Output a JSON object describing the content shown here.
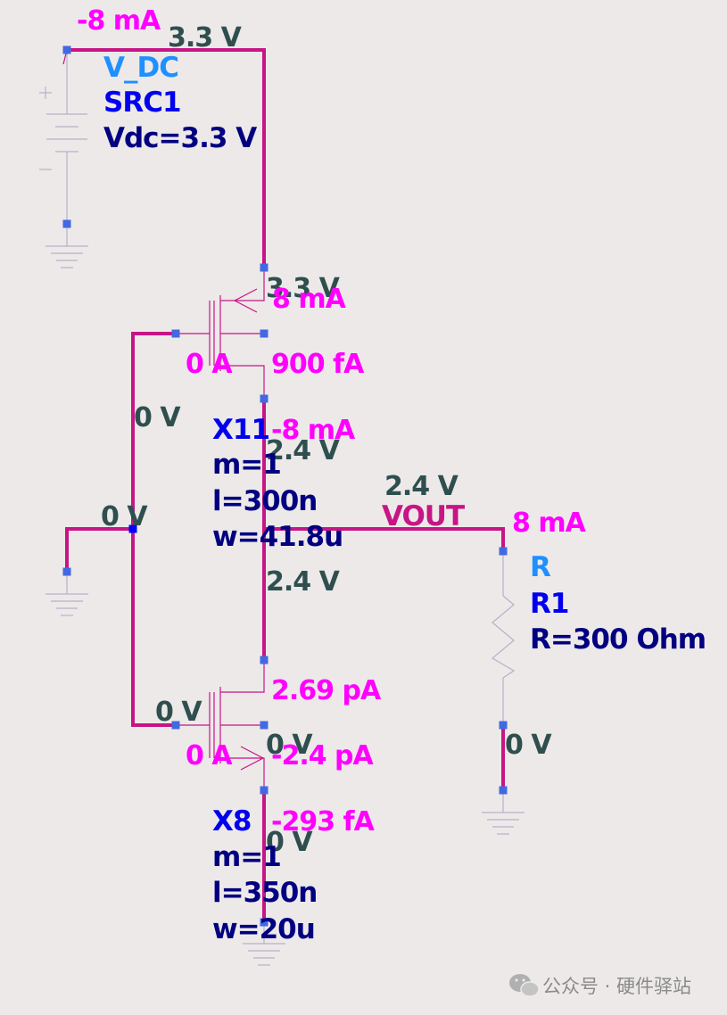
{
  "source": {
    "current": "-8 mA",
    "voltage": "3.3 V",
    "type": "V_DC",
    "name": "SRC1",
    "param": "Vdc=3.3 V"
  },
  "pmos": {
    "drain_voltage": "3.3 V",
    "drain_current": "8 mA",
    "gate_current": "0 A",
    "bulk_current": "900 fA",
    "name": "X11",
    "source_current": "-8 mA",
    "p1": "m=1",
    "p2": "l=300n",
    "p3": "w=41.8u",
    "source_voltage": "2.4 V",
    "gate_voltage": "0 V"
  },
  "gnd_node_voltage": "0 V",
  "output": {
    "voltage": "2.4 V",
    "net_name": "VOUT",
    "node_voltage_below": "2.4 V"
  },
  "resistor": {
    "current": "8 mA",
    "type": "R",
    "name": "R1",
    "param": "R=300 Ohm",
    "bottom_voltage": "0 V"
  },
  "nmos": {
    "drain_current": "2.69 pA",
    "gate_voltage": "0 V",
    "gate_current": "0 A",
    "bulk_voltage": "0 V",
    "bulk_current": "-2.4 pA",
    "name": "X8",
    "source_current": "-293 fA",
    "source_voltage": "0 V",
    "p1": "m=1",
    "p2": "l=350n",
    "p3": "w=20u"
  },
  "watermark": "公众号 · 硬件驿站",
  "colors": {
    "wire": "#c71585",
    "pin": "#4169e1",
    "voltage": "#2f4f4f",
    "current": "#ff00ff",
    "background": "#ede9e9"
  }
}
